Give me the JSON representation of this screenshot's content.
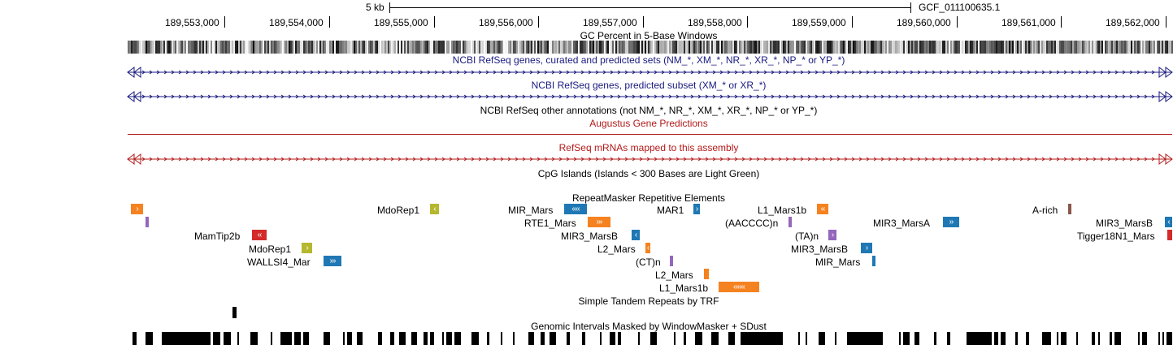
{
  "ruler": {
    "scale_label": "5 kb",
    "assembly_label": "GCF_011100635.1",
    "positions": [
      "189,553,000",
      "189,554,000",
      "189,555,000",
      "189,556,000",
      "189,557,000",
      "189,558,000",
      "189,559,000",
      "189,560,000",
      "189,561,000",
      "189,562,000"
    ]
  },
  "tracks": {
    "gc_percent": "GC Percent in 5-Base Windows",
    "refseq_all": "NCBI RefSeq genes, curated and predicted sets (NM_*, XM_*, NR_*, XR_*, NP_* or YP_*)",
    "refseq_predicted": "NCBI RefSeq genes, predicted subset (XM_* or XR_*)",
    "refseq_other": "NCBI RefSeq other annotations (not NM_*, NR_*, XM_*, XR_*, NP_* or YP_*)",
    "augustus": "Augustus Gene Predictions",
    "refseq_mrna": "RefSeq mRNAs mapped to this assembly",
    "cpg": "CpG Islands (Islands < 300 Bases are Light Green)",
    "repeatmasker": "RepeatMasker Repetitive Elements",
    "simple_repeats": "Simple Tandem Repeats by TRF",
    "windowmasker": "Genomic Intervals Masked by WindowMasker + SDust"
  },
  "colors": {
    "refseq_blue": "#1a1a80",
    "augustus_red": "#b31a1a",
    "sine_orange": "#f58220",
    "line_blue": "#1f78b4",
    "dna_olive": "#b5b82e",
    "ltr_red": "#d42a2a",
    "simple_purple": "#9467bd",
    "lowcomp_brown": "#8c564b"
  },
  "repeats": [
    {
      "label": "",
      "glyph": "›",
      "color": "sine_orange"
    },
    {
      "label": "",
      "glyph": "",
      "color": "simple_purple"
    },
    {
      "label": "MamTip2b",
      "glyph": "‹‹",
      "color": "ltr_red"
    },
    {
      "label": "MdoRep1",
      "glyph": "›",
      "color": "dna_olive"
    },
    {
      "label": "WALLSI4_Mar",
      "glyph": "›››",
      "color": "line_blue"
    },
    {
      "label": "MdoRep1",
      "glyph": "‹",
      "color": "dna_olive"
    },
    {
      "label": "MIR_Mars",
      "glyph": "‹‹‹‹",
      "color": "line_blue"
    },
    {
      "label": "RTE1_Mars",
      "glyph": "›››",
      "color": "sine_orange"
    },
    {
      "label": "MIR3_MarsB",
      "glyph": "‹",
      "color": "line_blue"
    },
    {
      "label": "L2_Mars",
      "glyph": "‹",
      "color": "sine_orange"
    },
    {
      "label": "(CT)n",
      "glyph": "",
      "color": "simple_purple"
    },
    {
      "label": "L2_Mars",
      "glyph": "",
      "color": "sine_orange"
    },
    {
      "label": "L1_Mars1b",
      "glyph": "‹‹‹‹‹‹",
      "color": "sine_orange"
    },
    {
      "label": "MAR1",
      "glyph": "›",
      "color": "line_blue"
    },
    {
      "label": "L1_Mars1b",
      "glyph": "‹‹",
      "color": "sine_orange"
    },
    {
      "label": "(AACCCC)n",
      "glyph": "",
      "color": "simple_purple"
    },
    {
      "label": "(TA)n",
      "glyph": "›",
      "color": "simple_purple"
    },
    {
      "label": "MIR3_MarsB",
      "glyph": "›",
      "color": "line_blue"
    },
    {
      "label": "MIR_Mars",
      "glyph": "",
      "color": "line_blue"
    },
    {
      "label": "MIR3_MarsA",
      "glyph": "››",
      "color": "line_blue"
    },
    {
      "label": "A-rich",
      "glyph": "",
      "color": "lowcomp_brown"
    },
    {
      "label": "MIR3_MarsB",
      "glyph": "‹",
      "color": "line_blue"
    },
    {
      "label": "Tigger18N1_Mars",
      "glyph": "",
      "color": "ltr_red"
    }
  ]
}
